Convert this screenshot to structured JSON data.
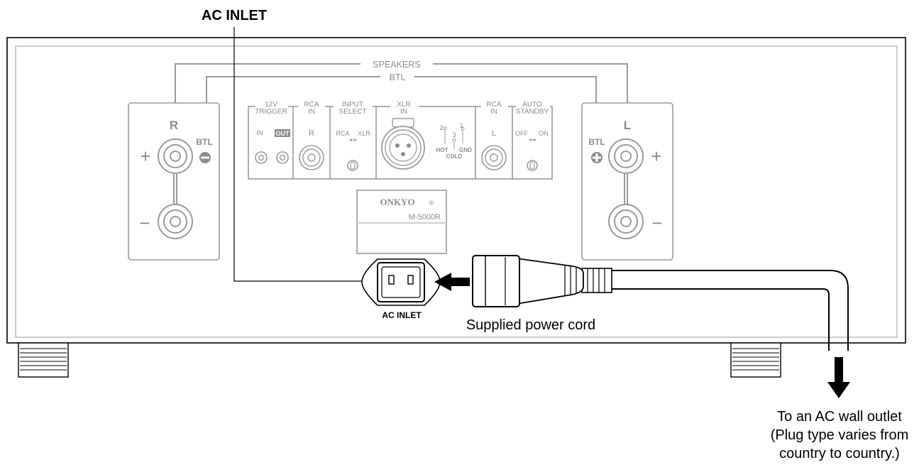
{
  "callouts": {
    "ac_inlet_top": "AC INLET",
    "ac_inlet_small": "AC INLET",
    "power_cord": "Supplied power cord",
    "outlet_line1": "To an AC wall outlet",
    "outlet_line2": "(Plug type varies from",
    "outlet_line3": "country to country.)"
  },
  "panel": {
    "speakers": "SPEAKERS",
    "btl_bus": "BTL",
    "right_ch": "R",
    "left_ch": "L",
    "btl_right": "BTL",
    "btl_left": "BTL",
    "trigger_line1": "12V",
    "trigger_line2": "TRIGGER",
    "trigger_in": "IN",
    "trigger_out": "OUT",
    "rca_in_r_line1": "RCA",
    "rca_in_r_line2": "IN",
    "rca_r": "R",
    "input_select_line1": "INPUT",
    "input_select_line2": "SELECT",
    "input_select_rca": "RCA",
    "input_select_xlr": "XLR",
    "xlr_line1": "XLR",
    "xlr_line2": "IN",
    "xlr_pin2": "2",
    "xlr_pin1": "1",
    "xlr_pin3": "3",
    "xlr_hot": "HOT",
    "xlr_gnd": "GND",
    "xlr_cold": "COLD",
    "rca_in_l_line1": "RCA",
    "rca_in_l_line2": "IN",
    "rca_l": "L",
    "auto_standby_line1": "AUTO",
    "auto_standby_line2": "STANDBY",
    "auto_off": "OFF",
    "auto_on": "ON",
    "brand": "ONKYO",
    "registered": "®",
    "model": "M-5000R",
    "plus": "+",
    "minus": "−"
  }
}
